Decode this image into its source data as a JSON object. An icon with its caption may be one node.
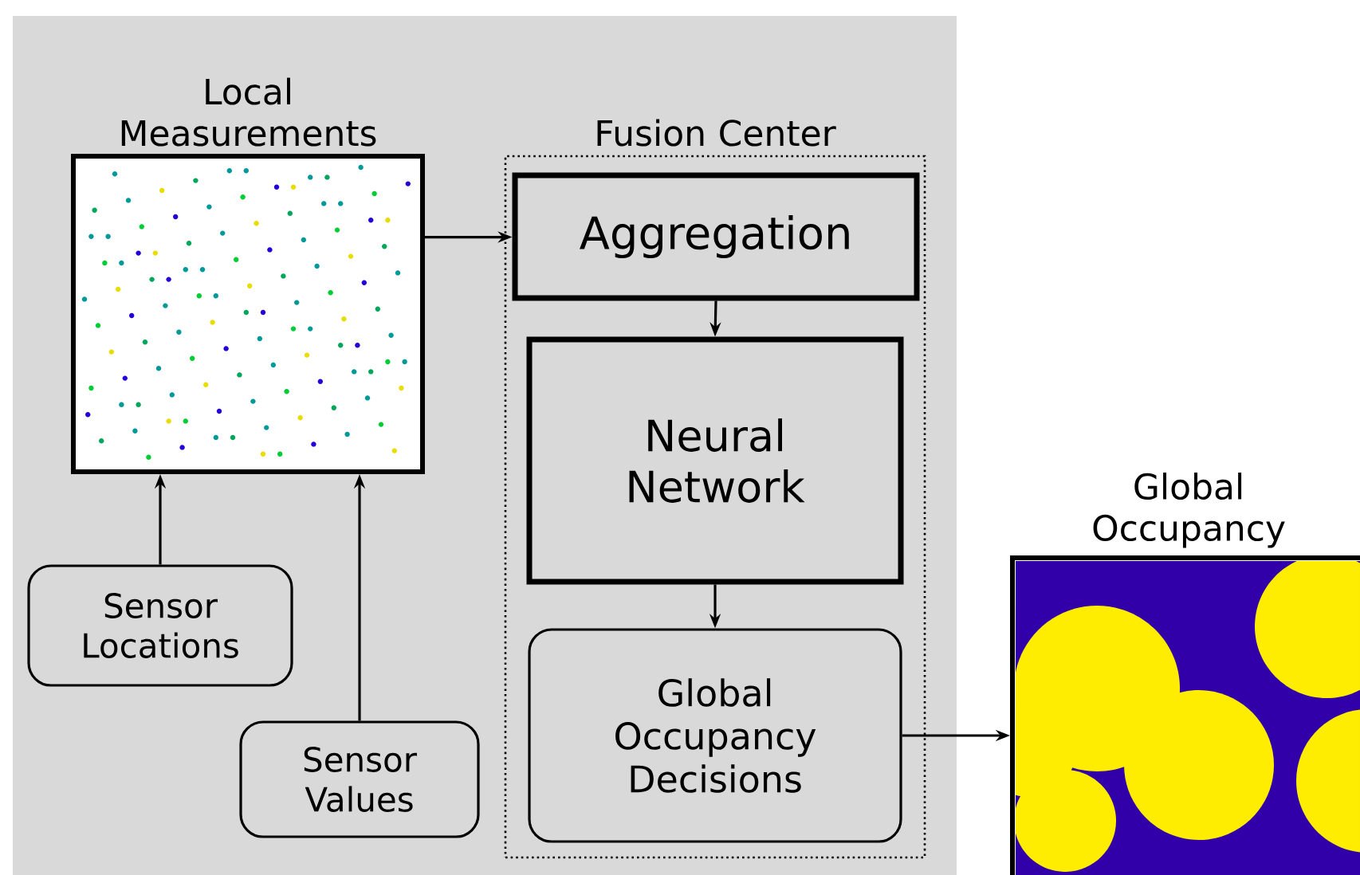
{
  "diagram": {
    "nodes": [
      {
        "text": [
          "Local Measurements"
        ]
      },
      {
        "text": [
          "Fusion Center"
        ]
      },
      {
        "text": [
          "Aggregation"
        ],
        "in": 1
      },
      {
        "text": [
          "Neural Network"
        ],
        "in": 1
      },
      {
        "text": [
          "Global Occupancy Decisions"
        ],
        "in": 1
      },
      {
        "text": [
          "Sensor Locations"
        ]
      },
      {
        "text": [
          "Sensor Values"
        ]
      },
      {
        "text": [
          "Global Occupancy"
        ]
      }
    ],
    "edges": [
      {
        "from": 0,
        "to": 2,
        "arrow": "to"
      },
      {
        "from": 2,
        "to": 3,
        "arrow": "to"
      },
      {
        "from": 3,
        "to": 4,
        "arrow": "to"
      },
      {
        "from": 5,
        "to": 0,
        "arrow": "to"
      },
      {
        "from": 6,
        "to": 0,
        "arrow": "to"
      },
      {
        "from": 4,
        "to": 7,
        "arrow": "to"
      }
    ]
  }
}
